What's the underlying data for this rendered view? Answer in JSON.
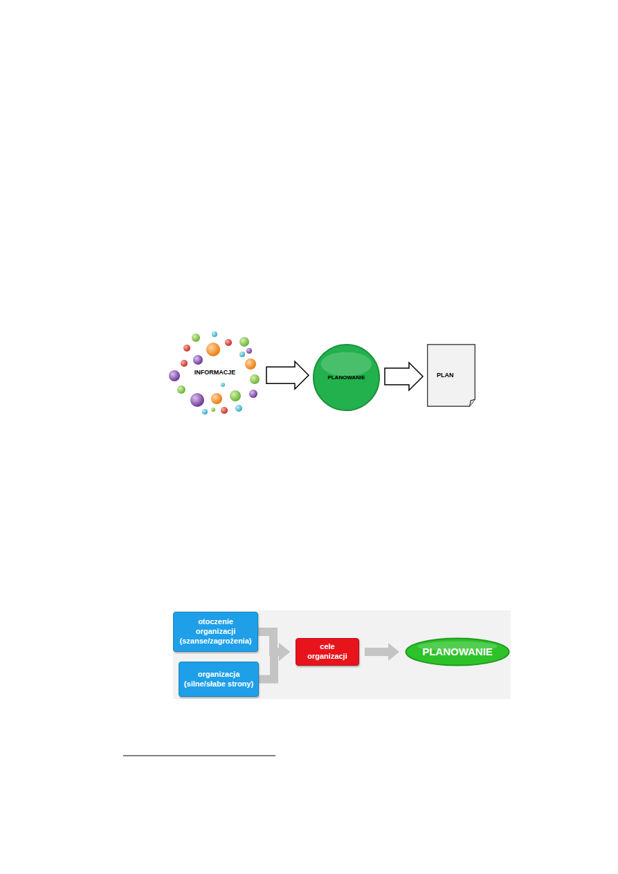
{
  "diagram": {
    "nodes": [
      {
        "text": [
          "INFORMACJE"
        ]
      },
      {
        "text": [
          "PLANOWANIE"
        ]
      },
      {
        "text": [
          "PLAN"
        ]
      },
      {
        "text": [
          "otoczenie organizacji (szanse/zagrożenia)"
        ]
      },
      {
        "text": [
          "organizacja (silne/słabe strony)"
        ]
      },
      {
        "text": [
          "cele organizacji"
        ]
      },
      {
        "text": [
          "PLANOWANIE"
        ]
      }
    ],
    "edges": [
      {
        "from": 0,
        "to": 1,
        "arrow": "to"
      },
      {
        "from": 1,
        "to": 2,
        "arrow": "to"
      },
      {
        "from": 3,
        "to": 5,
        "arrow": "to"
      },
      {
        "from": 4,
        "to": 5,
        "arrow": "to"
      },
      {
        "from": 5,
        "to": 6,
        "arrow": "to"
      }
    ]
  }
}
